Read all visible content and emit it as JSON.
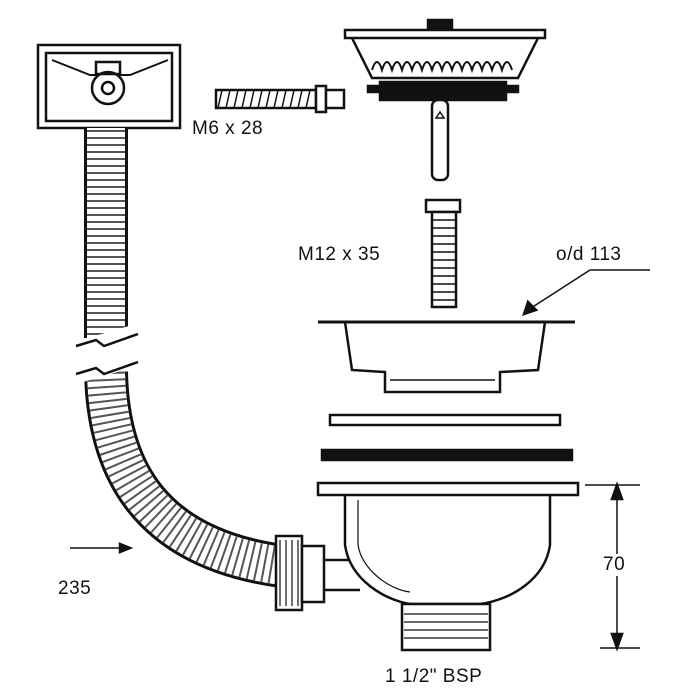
{
  "labels": {
    "overflow_screw": "M6 x 28",
    "strainer_bolt": "M12 x 35",
    "outer_diameter": "o/d 113",
    "body_height": "70",
    "hose_length": "235",
    "outlet_thread": "1 1/2\" BSP"
  },
  "colors": {
    "line": "#111111",
    "background": "#ffffff"
  }
}
